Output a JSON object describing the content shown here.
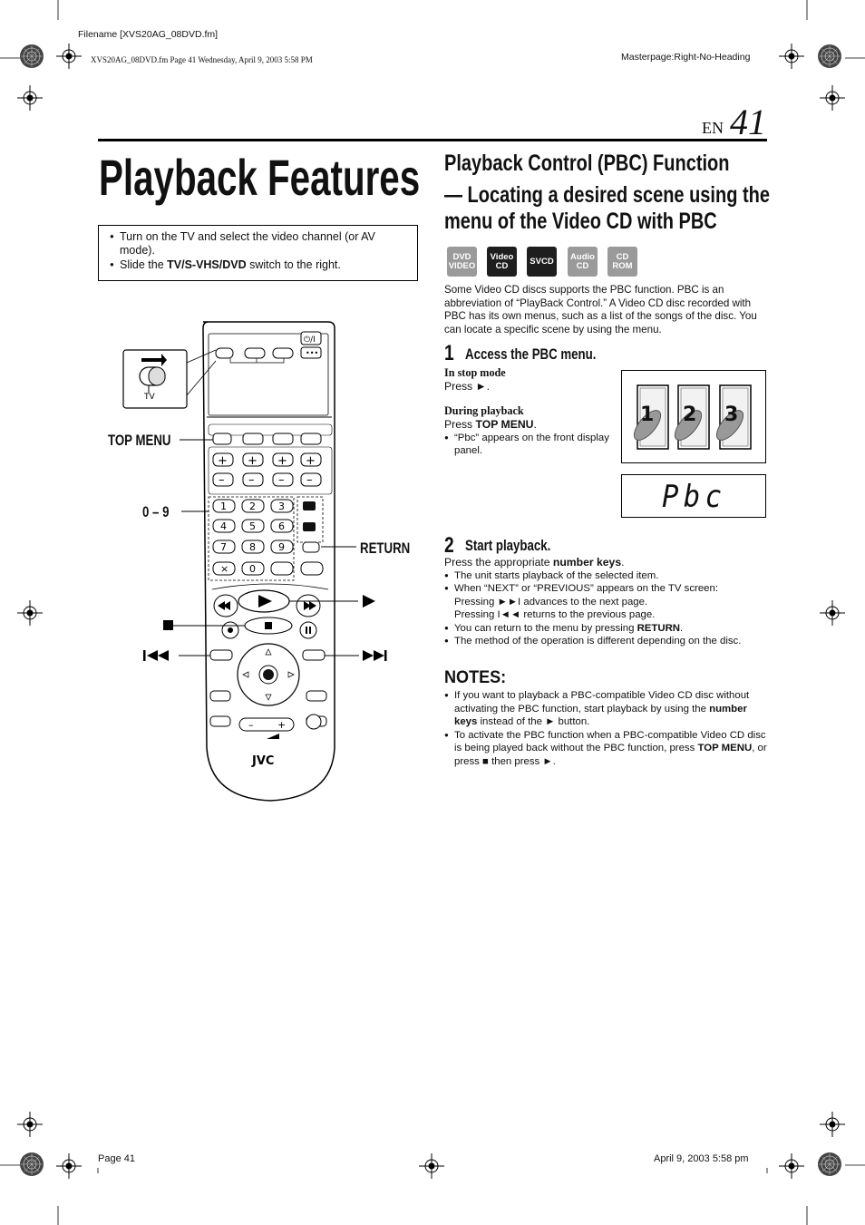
{
  "print_marks": {
    "filename": "Filename [XVS20AG_08DVD.fm]",
    "file_info": "XVS20AG_08DVD.fm  Page 41  Wednesday, April 9, 2003  5:58 PM",
    "masterpage": "Masterpage:Right-No-Heading",
    "footer_page": "Page 41",
    "footer_date": "April 9, 2003 5:58 pm"
  },
  "header": {
    "lang": "EN",
    "page_number": "41"
  },
  "section_title": "Playback Features",
  "prep_box": {
    "items": [
      {
        "text": "Turn on the TV and select the video channel (or AV mode)."
      },
      {
        "pre": "Slide the ",
        "bold": "TV/S-VHS/DVD",
        "post": " switch to the right."
      }
    ]
  },
  "remote": {
    "labels": {
      "top_menu": "TOP MENU",
      "zero_nine": "0 – 9",
      "return": "RETURN"
    },
    "switch_label": "TV",
    "brand": "JVC",
    "num_keys": [
      "1",
      "2",
      "3",
      "4",
      "5",
      "6",
      "7",
      "8",
      "9",
      "×",
      "0"
    ],
    "power_label": "⏻/I"
  },
  "article": {
    "title_line1": "Playback Control (PBC) Function",
    "title_line2": "— Locating a desired scene using the",
    "title_line3": "menu of the Video CD with PBC",
    "badges": [
      {
        "line1": "DVD",
        "line2": "VIDEO",
        "style": "grey"
      },
      {
        "line1": "Video",
        "line2": "CD",
        "style": "black"
      },
      {
        "line1": "SVCD",
        "line2": "",
        "style": "black"
      },
      {
        "line1": "Audio",
        "line2": "CD",
        "style": "grey"
      },
      {
        "line1": "CD",
        "line2": "ROM",
        "style": "grey"
      }
    ],
    "intro": "Some Video CD discs supports the PBC function. PBC is an abbreviation of “PlayBack Control.” A Video CD disc recorded with PBC has its own menus, such as a list of the songs of the disc. You can locate a specific scene by using the menu.",
    "step1": {
      "number": "1",
      "title": "Access the PBC menu.",
      "stop_mode_head": "In stop mode",
      "stop_mode_text": "Press ►.",
      "during_head": "During playback",
      "during_pre": "Press ",
      "during_bold": "TOP MENU",
      "during_post": ".",
      "note": "“Pbc” appears on the front display panel."
    },
    "menu_items": [
      "1",
      "2",
      "3"
    ],
    "display_text": "Pbc",
    "step2": {
      "number": "2",
      "title": "Start playback.",
      "lead_pre": "Press the appropriate ",
      "lead_bold": "number keys",
      "lead_post": ".",
      "bullets": [
        {
          "text": "The unit starts playback of the selected item."
        },
        {
          "text": "When “NEXT” or “PREVIOUS” appears on the TV screen:"
        },
        {
          "text": "The method of the operation is different depending on the disc."
        }
      ],
      "next_text": "Pressing ►►I advances to the next page.",
      "prev_text": "Pressing I◄◄ returns to the previous page.",
      "return_pre": "You can return to the menu by pressing ",
      "return_bold": "RETURN",
      "return_post": "."
    },
    "notes": {
      "title": "NOTES:",
      "n1_pre": "If you want to playback a PBC-compatible Video CD disc without activating the PBC function, start playback by using the ",
      "n1_bold": "number keys",
      "n1_post": " instead of the ► button.",
      "n2_pre": "To activate the PBC function when a PBC-compatible Video CD disc is being played back without the PBC function, press ",
      "n2_bold": "TOP MENU",
      "n2_post": ", or press ■ then press ►."
    }
  }
}
